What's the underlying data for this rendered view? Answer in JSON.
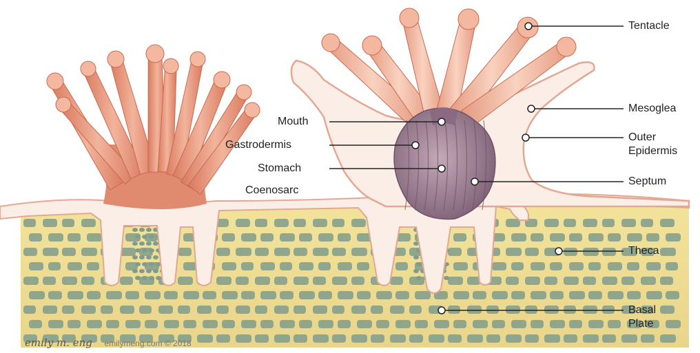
{
  "labels": {
    "tentacle": "Tentacle",
    "mesoglea": "Mesoglea",
    "outer_epidermis_1": "Outer",
    "outer_epidermis_2": "Epidermis",
    "septum": "Septum",
    "theca": "Theca",
    "basal_plate_1": "Basal",
    "basal_plate_2": "Plate",
    "mouth": "Mouth",
    "gastrodermis": "Gastrodermis",
    "stomach": "Stomach",
    "coenosarc": "Coenosarc"
  },
  "credit": {
    "signature": "emily m. eng",
    "site": "emilymeng.com © 2018"
  },
  "colors": {
    "polyp": "#e8957a",
    "polyp_shade": "#c86a50",
    "tissue": "#fbeee6",
    "tissue_edge": "#e3a792",
    "stomach": "#9a7f92",
    "skeleton_bg": "#eedb8a",
    "skeleton_block": "#7f9c8c",
    "leader_line": "#222222"
  }
}
